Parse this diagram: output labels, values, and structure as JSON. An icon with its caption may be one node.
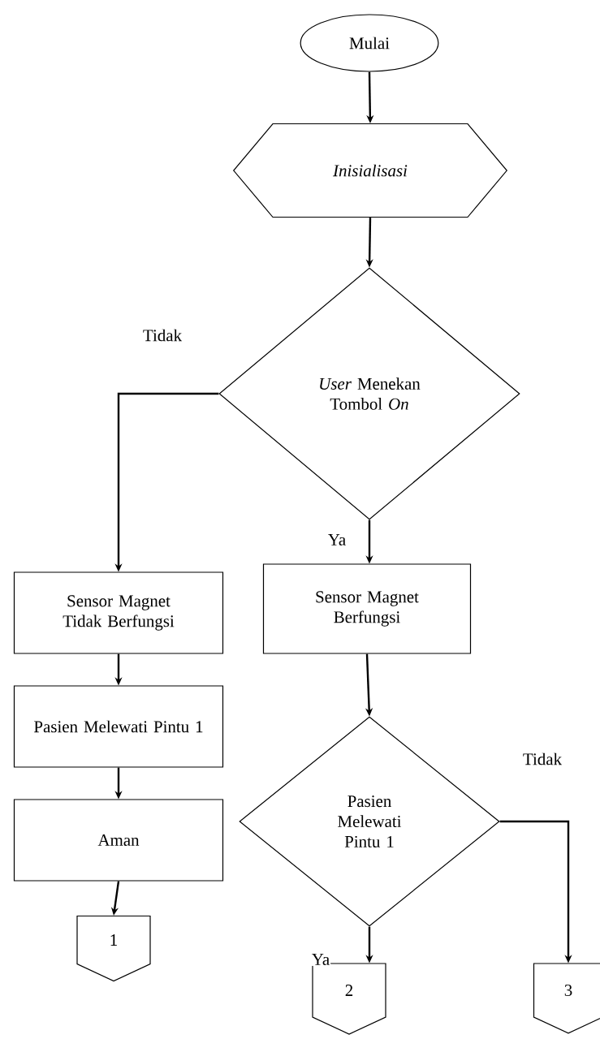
{
  "diagram": {
    "nodes": [
      {
        "text": [
          "Mulai"
        ]
      },
      {
        "text": [
          "*Inisialisasi*"
        ]
      },
      {
        "text": [
          "*User* Menekan Tombol *On*"
        ]
      },
      {
        "text": [
          "Sensor Magnet Tidak Berfungsi"
        ]
      },
      {
        "text": [
          "Sensor Magnet Berfungsi"
        ]
      },
      {
        "text": [
          "Pasien Melewati Pintu 1"
        ]
      },
      {
        "text": [
          "Aman"
        ]
      },
      {
        "text": [
          "Pasien Melewati Pintu 1"
        ]
      },
      {
        "text": [
          "1"
        ]
      },
      {
        "text": [
          "2"
        ]
      },
      {
        "text": [
          "3"
        ]
      }
    ],
    "edges": [
      {
        "from": 0,
        "to": 1,
        "arrow": "to"
      },
      {
        "from": 1,
        "to": 2,
        "arrow": "to"
      },
      {
        "from": 2,
        "to": 3,
        "arrow": "to",
        "label": "Tidak"
      },
      {
        "from": 2,
        "to": 4,
        "arrow": "to",
        "label": "Ya"
      },
      {
        "from": 3,
        "to": 5,
        "arrow": "to"
      },
      {
        "from": 5,
        "to": 6,
        "arrow": "to"
      },
      {
        "from": 6,
        "to": 8,
        "arrow": "to"
      },
      {
        "from": 4,
        "to": 7,
        "arrow": "to"
      },
      {
        "from": 7,
        "to": 9,
        "arrow": "to",
        "label": "Ya"
      },
      {
        "from": 7,
        "to": 10,
        "arrow": "to",
        "label": "Tidak"
      }
    ]
  }
}
